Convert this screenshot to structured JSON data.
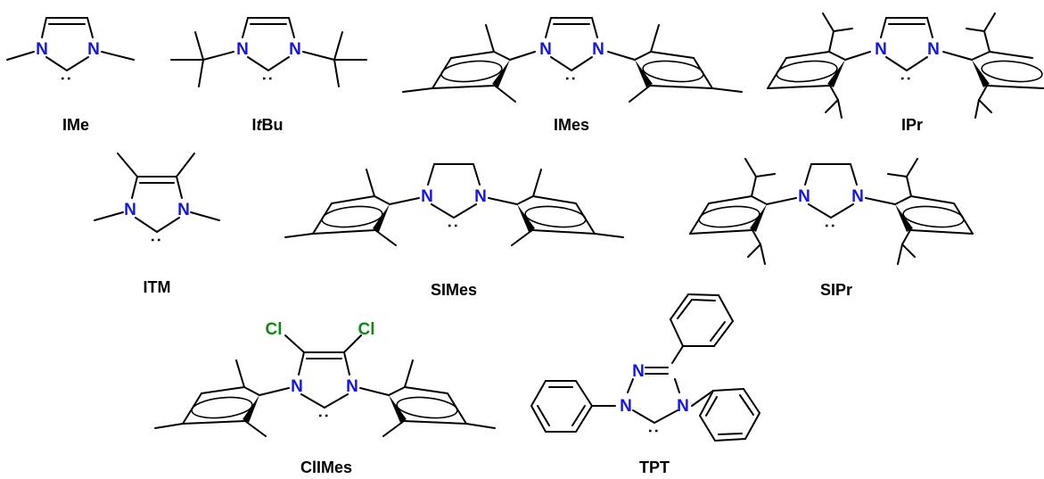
{
  "atom_symbols": {
    "nitrogen": "N",
    "chlorine": "Cl",
    "lone_pair": ":"
  },
  "compounds": [
    {
      "id": "IMe",
      "label": "IMe"
    },
    {
      "id": "ItBu",
      "label_prefix": "I",
      "label_italic": "t",
      "label_suffix": "Bu"
    },
    {
      "id": "IMes",
      "label": "IMes"
    },
    {
      "id": "IPr",
      "label": "IPr"
    },
    {
      "id": "ITM",
      "label": "ITM"
    },
    {
      "id": "SIMes",
      "label": "SIMes"
    },
    {
      "id": "SIPr",
      "label": "SIPr"
    },
    {
      "id": "ClIMes",
      "label": "ClIMes"
    },
    {
      "id": "TPT",
      "label": "TPT"
    }
  ],
  "colors": {
    "nitrogen": "#1414e6",
    "chlorine": "#0f8a0f",
    "bond": "#000000"
  }
}
